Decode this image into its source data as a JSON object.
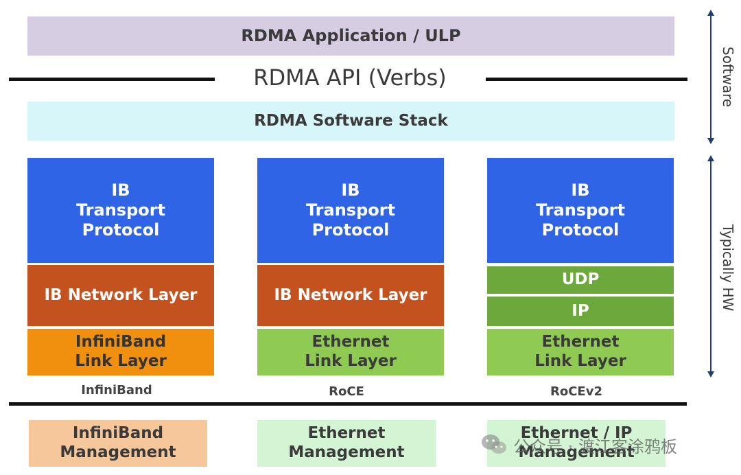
{
  "layers": {
    "application": "RDMA Application / ULP",
    "api": "RDMA API (Verbs)",
    "software_stack": "RDMA Software Stack"
  },
  "stacks": [
    {
      "name": "InfiniBand",
      "transport": [
        "IB",
        "Transport",
        "Protocol"
      ],
      "network": "IB Network Layer",
      "link": [
        "InfiniBand",
        "Link Layer"
      ],
      "management": [
        "InfiniBand",
        "Management"
      ]
    },
    {
      "name": "RoCE",
      "transport": [
        "IB",
        "Transport",
        "Protocol"
      ],
      "network": "IB Network Layer",
      "link": [
        "Ethernet",
        "Link Layer"
      ],
      "management": [
        "Ethernet",
        "Management"
      ]
    },
    {
      "name": "RoCEv2",
      "transport": [
        "IB",
        "Transport",
        "Protocol"
      ],
      "udp": "UDP",
      "ip": "IP",
      "link": [
        "Ethernet",
        "Link Layer"
      ],
      "management": [
        "Ethernet / IP",
        "Management"
      ]
    }
  ],
  "side_labels": {
    "software": "Software",
    "hardware": "Typically HW"
  },
  "watermark": "公众号 · 渡江客涂鸦板",
  "colors": {
    "application": "#d7cde2",
    "software_stack": "#d6f6fa",
    "transport": "#2f64e6",
    "ib_network": "#c4521f",
    "infiniband_link": "#f0900e",
    "ethernet_link": "#8fcb53",
    "udp_ip": "#6ca83c",
    "infiniband_mgmt": "#f7c79c",
    "ethernet_mgmt": "#d4f5d4",
    "arrows": "#1f3f73"
  }
}
